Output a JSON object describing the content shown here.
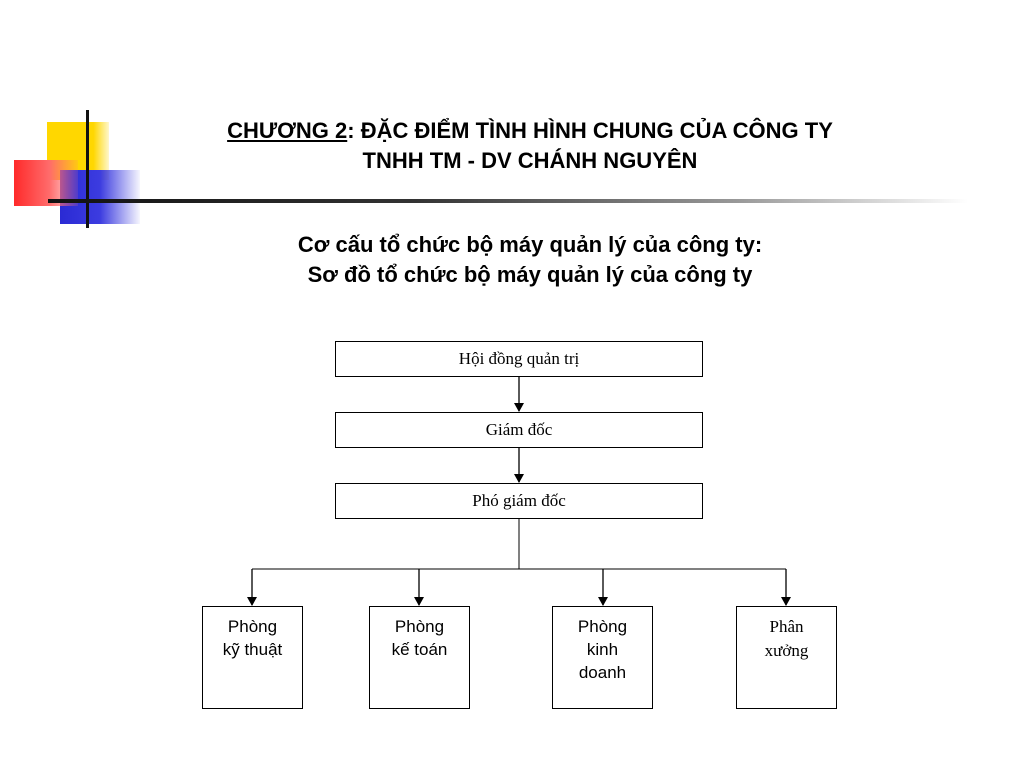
{
  "slide": {
    "title_chapter": "CHƯƠNG 2",
    "title_rest": ": ĐẶC ĐIỂM TÌNH HÌNH CHUNG CỦA CÔNG TY",
    "title_line2": "TNHH TM - DV CHÁNH NGUYÊN",
    "subtitle_line1": "Cơ cấu tổ chức bộ máy quản lý của công ty:",
    "subtitle_line2": "Sơ đồ tổ chức bộ máy quản lý của công ty"
  },
  "org_chart": {
    "board": "Hội đồng quản trị",
    "director": "Giám đốc",
    "deputy_director": "Phó giám đốc",
    "departments": [
      {
        "line1": "Phòng",
        "line2": "kỹ thuật",
        "line3": ""
      },
      {
        "line1": "Phòng",
        "line2": "kế toán",
        "line3": ""
      },
      {
        "line1": "Phòng",
        "line2": "kinh",
        "line3": "doanh"
      },
      {
        "line1": "Phân",
        "line2": "xưởng",
        "line3": ""
      }
    ]
  },
  "colors": {
    "accent_yellow": "#ffd700",
    "accent_red": "#ff2a2a",
    "accent_blue": "#2a2ad4",
    "line": "#000000"
  }
}
